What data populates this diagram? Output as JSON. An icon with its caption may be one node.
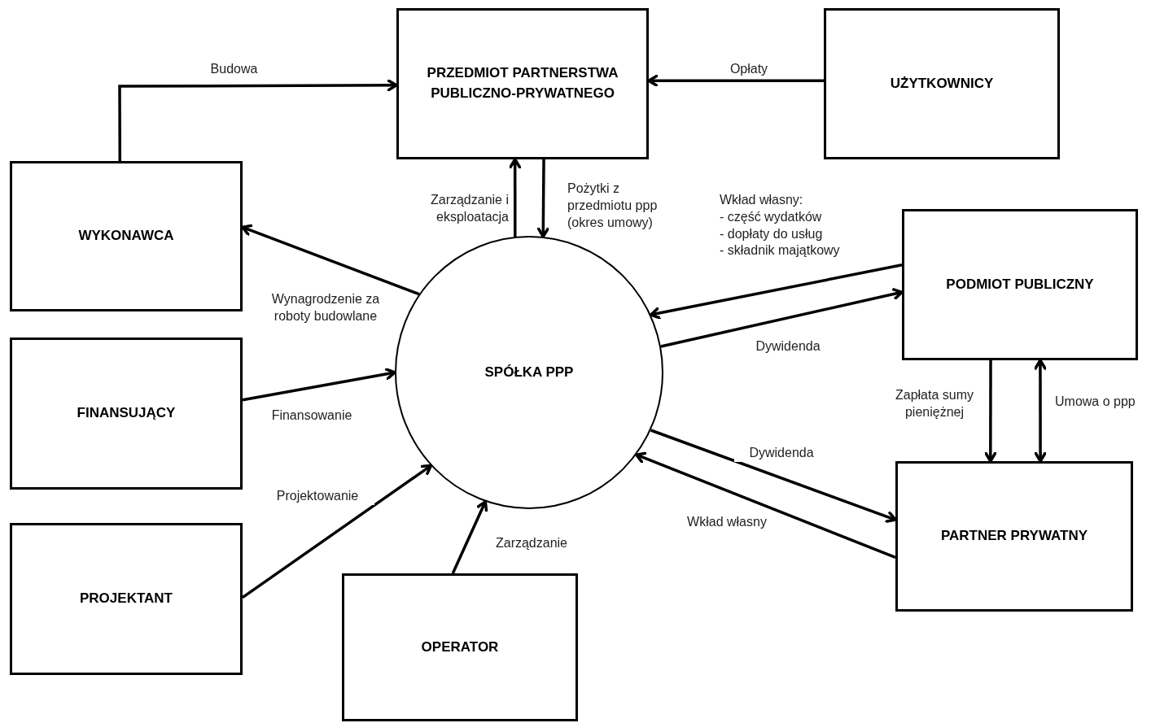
{
  "diagram": {
    "nodes": [
      {
        "text": [
          "PRZEDMIOT PARTNERSTWA PUBLICZNO-PRYWATNEGO"
        ]
      },
      {
        "text": [
          "UŻYTKOWNICY"
        ]
      },
      {
        "text": [
          "WYKONAWCA"
        ]
      },
      {
        "text": [
          "SPÓŁKA PPP"
        ]
      },
      {
        "text": [
          "PODMIOT PUBLICZNY"
        ]
      },
      {
        "text": [
          "FINANSUJĄCY"
        ]
      },
      {
        "text": [
          "PARTNER PRYWATNY"
        ]
      },
      {
        "text": [
          "PROJEKTANT"
        ]
      },
      {
        "text": [
          "OPERATOR"
        ]
      }
    ],
    "edges": [
      {
        "from": 2,
        "to": 0,
        "arrow": "to",
        "label": "Budowa"
      },
      {
        "from": 1,
        "to": 0,
        "arrow": "to",
        "label": "Opłaty"
      },
      {
        "from": 3,
        "to": 0,
        "arrow": "to",
        "label": "Zarządzanie i eksploatacja"
      },
      {
        "from": 0,
        "to": 3,
        "arrow": "to",
        "label": "Pożytki z przedmiotu ppp (okres umowy)"
      },
      {
        "from": 3,
        "to": 2,
        "arrow": "to",
        "label": "Wynagrodzenie za roboty budowlane"
      },
      {
        "from": 5,
        "to": 3,
        "arrow": "to",
        "label": "Finansowanie"
      },
      {
        "from": 7,
        "to": 3,
        "arrow": "to",
        "label": "Projektowanie"
      },
      {
        "from": 8,
        "to": 3,
        "arrow": "to",
        "label": "Zarządzanie"
      },
      {
        "from": 4,
        "to": 3,
        "arrow": "to",
        "label": "Wkład własny: - część wydatków - dopłaty do usług - składnik majątkowy"
      },
      {
        "from": 3,
        "to": 4,
        "arrow": "to",
        "label": "Dywidenda"
      },
      {
        "from": 3,
        "to": 6,
        "arrow": "to",
        "label": "Dywidenda"
      },
      {
        "from": 6,
        "to": 3,
        "arrow": "to",
        "label": "Wkład własny"
      },
      {
        "from": 4,
        "to": 6,
        "arrow": "to",
        "label": "Zapłata sumy pieniężnej"
      },
      {
        "from": 4,
        "to": 6,
        "arrow": "both",
        "label": "Umowa o ppp"
      }
    ]
  }
}
